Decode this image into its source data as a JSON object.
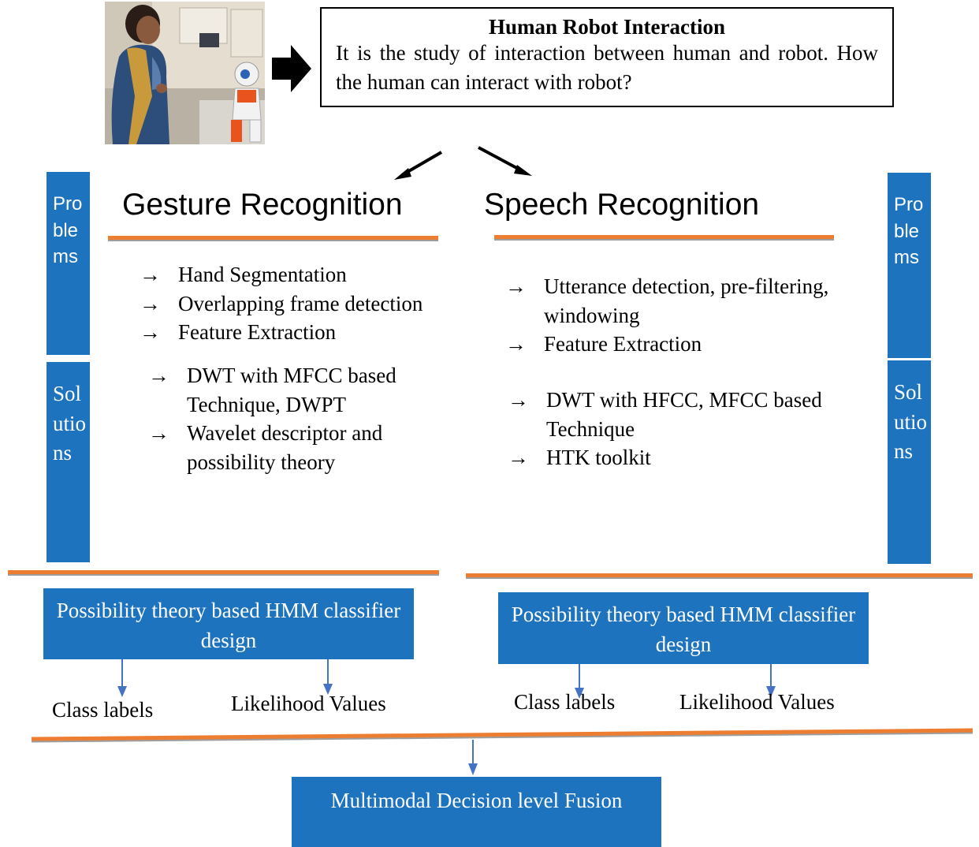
{
  "definition": {
    "title": "Human Robot Interaction",
    "body": "It is the study of interaction between human and robot. How the human can interact with robot?"
  },
  "gesture": {
    "heading": "Gesture Recognition",
    "problems": [
      "Hand Segmentation",
      "Overlapping frame detection",
      "Feature Extraction"
    ],
    "solutions": [
      "DWT with MFCC based Technique, DWPT",
      "Wavelet descriptor and possibility theory"
    ],
    "classifier": "Possibility theory based HMM classifier design",
    "output_left": "Class labels",
    "output_right": "Likelihood Values"
  },
  "speech": {
    "heading": "Speech Recognition",
    "problems": [
      "Utterance detection, pre-filtering, windowing",
      "Feature Extraction"
    ],
    "solutions": [
      "DWT with HFCC, MFCC based Technique",
      "HTK toolkit"
    ],
    "classifier": "Possibility theory based HMM classifier design",
    "output_left": "Class labels",
    "output_right": "Likelihood Values"
  },
  "side_tabs": {
    "problems": "Problems",
    "solutions": "Solutions"
  },
  "arrow_glyph": "→",
  "fusion": "Multimodal Decision level Fusion",
  "colors": {
    "blue": "#1e73be",
    "orange": "#ed7d31",
    "connector": "#4472c4"
  }
}
